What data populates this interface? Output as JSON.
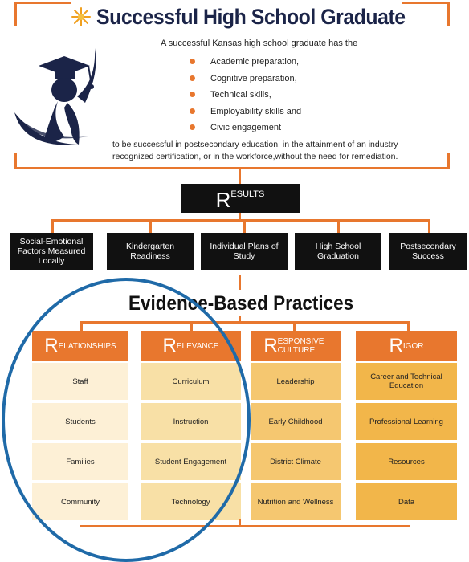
{
  "header": {
    "title": "Successful High School Graduate",
    "intro": "A successful Kansas high school graduate has the",
    "bullets": [
      "Academic preparation,",
      "Cognitive preparation,",
      "Technical skills,",
      "Employability skills and",
      "Civic engagement"
    ],
    "closing": "to be successful in postsecondary education, in the attainment of an industry recognized certification, or in the workforce,without the need for remediation."
  },
  "results": {
    "letter": "R",
    "rest": "ESULTS",
    "items": [
      "Social-Emotional Factors Measured Locally",
      "Kindergarten Readiness",
      "Individual Plans of Study",
      "High School Graduation",
      "Postsecondary Success"
    ]
  },
  "practices": {
    "title": "Evidence-Based Practices",
    "columns": [
      {
        "letter": "R",
        "rest": "ELATIONSHIPS",
        "items": [
          "Staff",
          "Students",
          "Families",
          "Community"
        ]
      },
      {
        "letter": "R",
        "rest": "ELEVANCE",
        "items": [
          "Curriculum",
          "Instruction",
          "Student Engagement",
          "Technology"
        ]
      },
      {
        "letter": "R",
        "rest": "ESPONSIVE CULTURE",
        "items": [
          "Leadership",
          "Early Childhood",
          "District Climate",
          "Nutrition and Wellness"
        ]
      },
      {
        "letter": "R",
        "rest": "IGOR",
        "items": [
          "Career and Technical Education",
          "Professional Learning",
          "Resources",
          "Data"
        ]
      }
    ]
  },
  "colors": {
    "orange": "#e8772e",
    "navy": "#1b2448",
    "black_box": "#111111",
    "circle_blue": "#1f6aa8"
  },
  "icons": [
    "sparkle-icon",
    "graduate-icon"
  ]
}
